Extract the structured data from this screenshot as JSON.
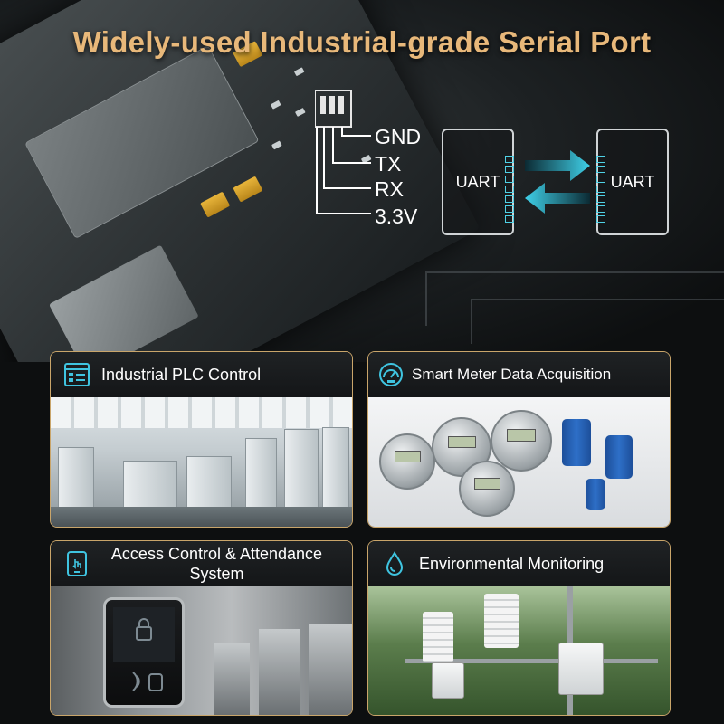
{
  "title": "Widely-used Industrial-grade Serial Port",
  "pins": [
    "GND",
    "TX",
    "RX",
    "3.3V"
  ],
  "uart": {
    "left_label": "UART",
    "right_label": "UART"
  },
  "colors": {
    "title_gold": "#e8b87a",
    "card_border": "#c9a56a",
    "arrow_cyan": "#3fd0e8",
    "icon_cyan": "#3fc4e0"
  },
  "cards": [
    {
      "label": "Industrial PLC Control",
      "icon": "plc-panel-icon",
      "image": "factory-floor-photo"
    },
    {
      "label": "Smart Meter Data Acquisition",
      "icon": "gauge-meter-icon",
      "image": "smart-meters-photo"
    },
    {
      "label_line1": "Access Control & Attendance",
      "label_line2": "System",
      "icon": "phone-touch-icon",
      "image": "access-terminal-photo"
    },
    {
      "label": "Environmental Monitoring",
      "icon": "water-drop-icon",
      "image": "weather-station-photo"
    }
  ]
}
